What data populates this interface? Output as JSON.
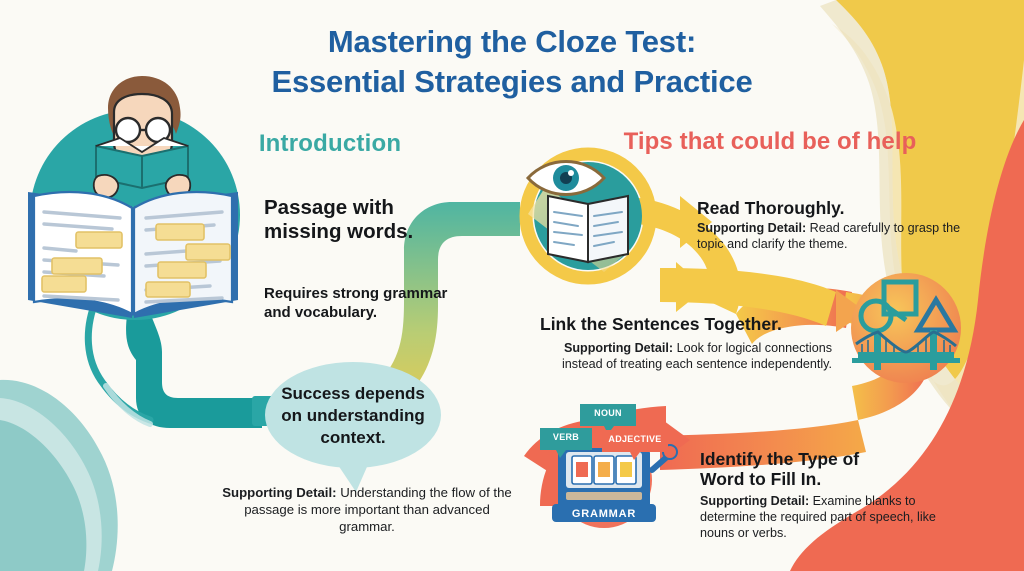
{
  "page": {
    "title_line1": "Mastering the Cloze Test:",
    "title_line2": "Essential Strategies and Practice",
    "background_color": "#fbfaf5",
    "title_color": "#1f5fa0"
  },
  "sections": {
    "introduction": {
      "heading": "Introduction",
      "heading_color": "#3aa9a4",
      "point_main_line1": "Passage with",
      "point_main_line2": "missing words.",
      "point_secondary_line1": "Requires strong grammar",
      "point_secondary_line2": "and vocabulary.",
      "bubble_line1": "Success depends",
      "bubble_line2": "on understanding",
      "bubble_line3": "context.",
      "bubble_color": "#bfe3e3",
      "detail_label": "Supporting Detail:",
      "detail_text": " Understanding the flow of the passage is more important than advanced grammar."
    },
    "tips": {
      "heading": "Tips that could be of help",
      "heading_color": "#e8605a",
      "items": [
        {
          "title": "Read Thoroughly.",
          "detail_label": "Supporting Detail:",
          "detail_text": " Read carefully to grasp the topic and clarify the theme.",
          "icon": "eye-over-book-icon"
        },
        {
          "title": "Link the Sentences Together.",
          "detail_label": "Supporting Detail:",
          "detail_text": " Look for logical connections instead of treating each sentence independently.",
          "icon": "bridge-icon"
        },
        {
          "title_line1": "Identify the Type of",
          "title_line2": "Word to Fill In.",
          "detail_label": "Supporting Detail:",
          "detail_text": " Examine blanks to determine the required part of speech, like nouns or verbs.",
          "icon": "slot-machine-icon"
        }
      ]
    }
  },
  "illustrations": {
    "slot_machine": {
      "tag_noun": "NOUN",
      "tag_verb": "VERB",
      "tag_adjective": "ADJECTIVE",
      "label_base": "GRAMMAR",
      "tag_teal": "#2f9c9c",
      "tag_coral": "#ef6a52",
      "base_blue": "#2a6fb0"
    },
    "reader": {
      "name": "boy-reading-book-illustration"
    }
  },
  "decor": {
    "corner_top_right": "#f0c94a",
    "corner_bottom_right": "#ef6a52",
    "corner_bottom_left": "#9fd3d0",
    "ribbon_teal": "#2aa6a6",
    "ribbon_yellow": "#f4c948",
    "ribbon_coral": "#ef6a52"
  }
}
